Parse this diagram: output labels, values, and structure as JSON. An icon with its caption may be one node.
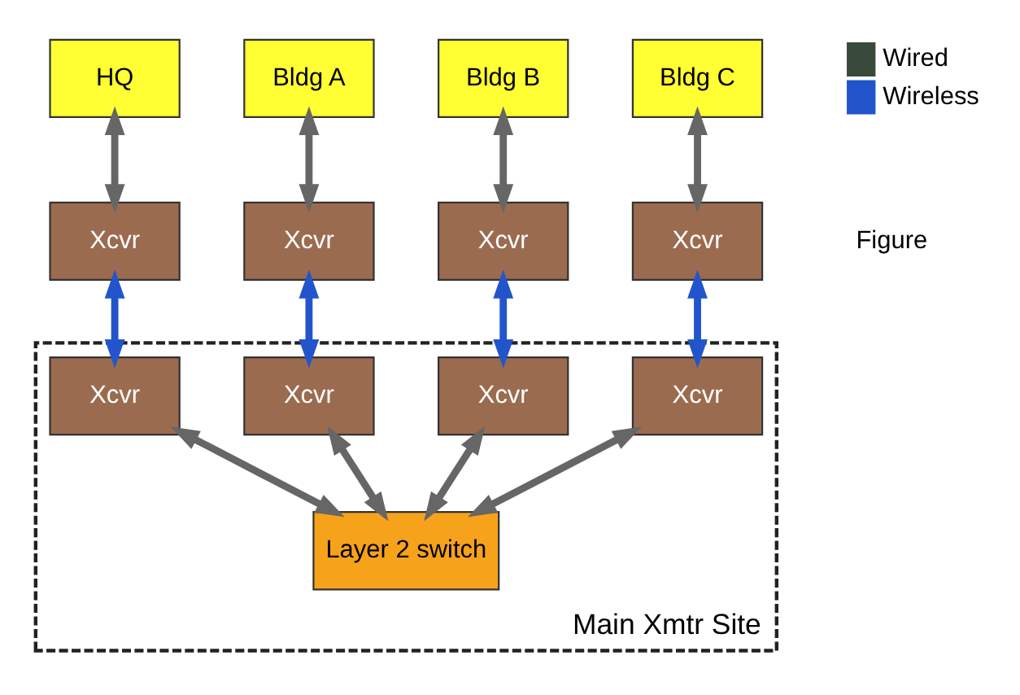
{
  "diagram": {
    "nodes": [
      {
        "text": [
          "HQ"
        ]
      },
      {
        "text": [
          "Bldg A"
        ]
      },
      {
        "text": [
          "Bldg B"
        ]
      },
      {
        "text": [
          "Bldg C"
        ]
      },
      {
        "text": [
          "Xcvr"
        ]
      },
      {
        "text": [
          "Xcvr"
        ]
      },
      {
        "text": [
          "Xcvr"
        ]
      },
      {
        "text": [
          "Xcvr"
        ]
      },
      {
        "text": [
          "Main Xmtr Site"
        ]
      },
      {
        "text": [
          "Xcvr"
        ],
        "in": 8
      },
      {
        "text": [
          "Xcvr"
        ],
        "in": 8
      },
      {
        "text": [
          "Xcvr"
        ],
        "in": 8
      },
      {
        "text": [
          "Xcvr"
        ],
        "in": 8
      },
      {
        "text": [
          "Layer 2 switch"
        ],
        "in": 8
      }
    ],
    "edges": [
      {
        "from": 0,
        "to": 4,
        "arrow": "both"
      },
      {
        "from": 1,
        "to": 5,
        "arrow": "both"
      },
      {
        "from": 2,
        "to": 6,
        "arrow": "both"
      },
      {
        "from": 3,
        "to": 7,
        "arrow": "both"
      },
      {
        "from": 4,
        "to": 9,
        "arrow": "both",
        "color": "#2255cc"
      },
      {
        "from": 5,
        "to": 10,
        "arrow": "both",
        "color": "#2255cc"
      },
      {
        "from": 6,
        "to": 11,
        "arrow": "both",
        "color": "#2255cc"
      },
      {
        "from": 7,
        "to": 12,
        "arrow": "both",
        "color": "#2255cc"
      },
      {
        "from": 9,
        "to": 13,
        "arrow": "both"
      },
      {
        "from": 10,
        "to": 13,
        "arrow": "both"
      },
      {
        "from": 11,
        "to": 13,
        "arrow": "both"
      },
      {
        "from": 12,
        "to": 13,
        "arrow": "both"
      }
    ],
    "labels": [
      "Figure"
    ],
    "legend": [
      {
        "text": "Wired",
        "color": "#3a4a3a"
      },
      {
        "text": "Wireless",
        "color": "#2255cc"
      }
    ]
  }
}
